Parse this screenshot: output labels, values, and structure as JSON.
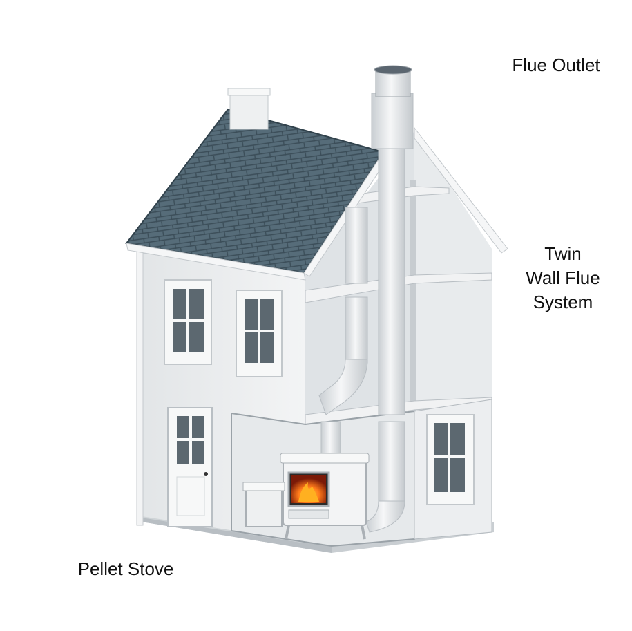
{
  "labels": {
    "flue_outlet": "Flue Outlet",
    "twin_wall_flue": [
      "Twin",
      "Wall Flue",
      "System"
    ],
    "pellet_stove": "Pellet Stove"
  },
  "colors": {
    "roof": "#4f6572",
    "roof_shingle_line": "#3a4c57",
    "wall": "#eef0f1",
    "wall_shadow": "#d9dde0",
    "interior": "#e4e8ea",
    "floor_slab": "#c9ced2",
    "trim": "#f7f8f8",
    "flue": "#e8eaec",
    "fire": "#f05a1a",
    "flame": "#ffb020",
    "window_glass": "#5c6870",
    "label_text": "#111111"
  }
}
